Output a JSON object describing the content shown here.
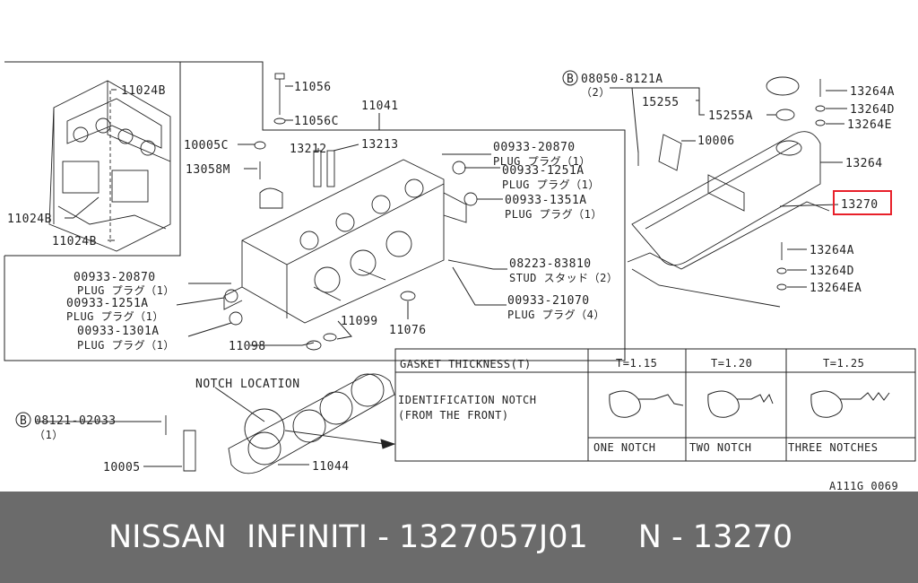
{
  "callouts": {
    "c11024B_1": "11024B",
    "c11024B_2": "11024B",
    "c11024B_3": "11024B",
    "c11056": "11056",
    "c11056C": "11056C",
    "c11041": "11041",
    "c10005C": "10005C",
    "c13058M": "13058M",
    "c13212": "13212",
    "c13213": "13213",
    "c00933_20870_a": "00933-20870",
    "plug1_a": "PLUG プラグ（1）",
    "c00933_1251A_a": "00933-1251A",
    "plug1_b": "PLUG プラグ（1）",
    "c00933_1351A": "00933-1351A",
    "plug1_c": "PLUG プラグ（1）",
    "c08223": "08223-83810",
    "stud2": "STUD スタッド（2）",
    "c00933_21070": "00933-21070",
    "plug4": "PLUG プラグ（4）",
    "c00933_20870_b": "00933-20870",
    "plug1_d": "PLUG プラグ（1）",
    "c00933_1251A_b": "00933-1251A",
    "plug1_e": "PLUG プラグ（1）",
    "c00933_1301A": "00933-1301A",
    "plug1_f": "PLUG プラグ（1）",
    "c11099": "11099",
    "c11076": "11076",
    "c11098": "11098",
    "b08050": "08050-8121A",
    "qty2": "（2）",
    "c15255": "15255",
    "c15255A": "15255A",
    "c10006": "10006",
    "c13264A_1": "13264A",
    "c13264D_1": "13264D",
    "c13264E": "13264E",
    "c13264": "13264",
    "c13270": "13270",
    "c13264A_2": "13264A",
    "c13264D_2": "13264D",
    "c13264EA": "13264EA",
    "notch_location": "NOTCH LOCATION",
    "b08121": "08121-02033",
    "qty1": "（1）",
    "c10005": "10005",
    "c11044": "11044",
    "ref_code": "A111G 0069",
    "b_mark": "B"
  },
  "gasket_table": {
    "header_label": "GASKET THICKNESS(T)",
    "row_label_1": "IDENTIFICATION NOTCH",
    "row_label_2": "(FROM THE FRONT)",
    "columns": [
      {
        "thickness": "T=1.15",
        "notch": "ONE NOTCH"
      },
      {
        "thickness": "T=1.20",
        "notch": "TWO NOTCH"
      },
      {
        "thickness": "T=1.25",
        "notch": "THREE NOTCHES"
      }
    ]
  },
  "footer": {
    "left": "NISSAN  INFINITI - 1327057J01",
    "right": "N - 13270"
  },
  "colors": {
    "highlight": "#e8202a",
    "footer_bg": "#6b6b6b",
    "ink": "#222222"
  }
}
